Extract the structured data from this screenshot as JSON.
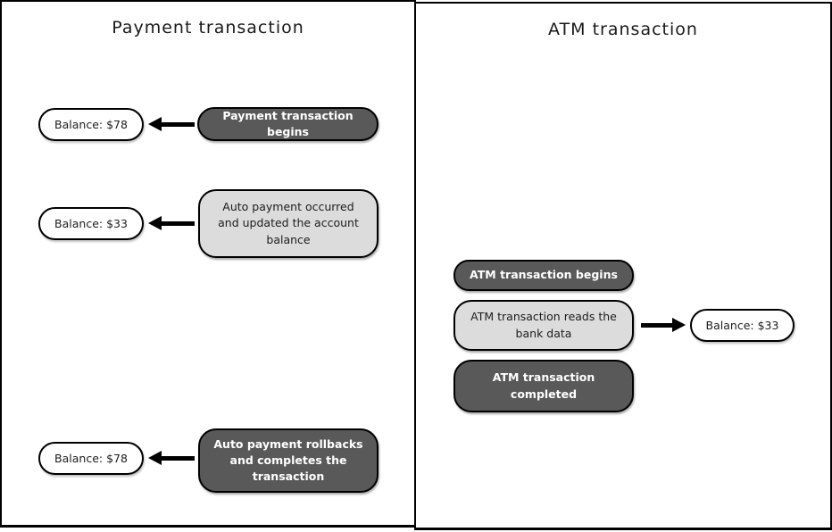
{
  "colors": {
    "dark_fill": "#595959",
    "light_fill": "#dcdcdc",
    "outline": "#000000",
    "pill_fill": "#ffffff",
    "dark_text": "#ffffff",
    "light_text": "#1c1c1c"
  },
  "left_panel": {
    "title": "Payment transaction",
    "rows": [
      {
        "balance": "Balance: $78",
        "label": "Payment transaction begins",
        "style": "dark",
        "arrow_direction": "left"
      },
      {
        "balance": "Balance: $33",
        "label": "Auto payment occurred and updated the account balance",
        "style": "light",
        "arrow_direction": "left"
      },
      {
        "balance": "Balance: $78",
        "label": "Auto payment rollbacks and completes the transaction",
        "style": "dark",
        "arrow_direction": "left"
      }
    ]
  },
  "right_panel": {
    "title": "ATM transaction",
    "steps": [
      {
        "label": "ATM transaction begins",
        "style": "dark"
      },
      {
        "label": "ATM transaction reads the bank data",
        "style": "light",
        "balance": "Balance: $33",
        "arrow_direction": "right"
      },
      {
        "label": "ATM transaction completed",
        "style": "dark"
      }
    ]
  }
}
